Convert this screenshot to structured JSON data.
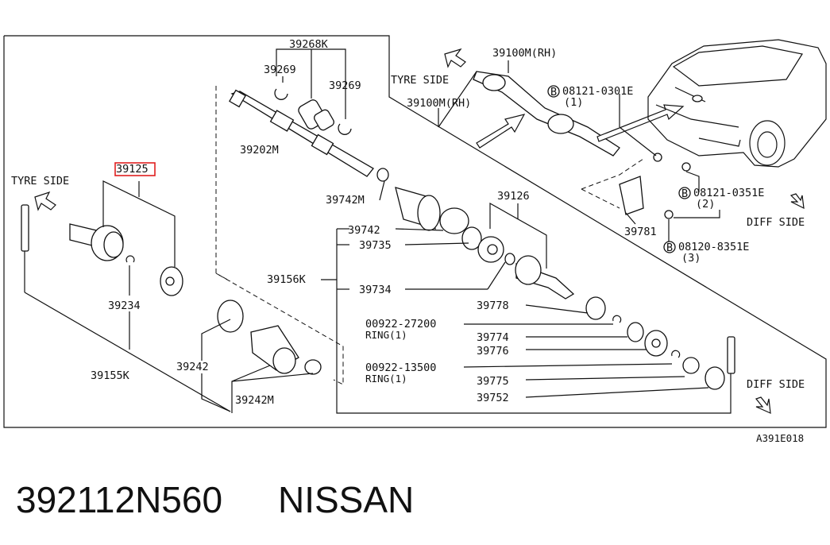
{
  "labels": {
    "tyre_side_left": "TYRE SIDE",
    "tyre_side_top": "TYRE SIDE",
    "diff_side_right": "DIFF SIDE",
    "diff_side_bottom": "DIFF SIDE",
    "p39268k": "39268K",
    "p39269a": "39269",
    "p39269b": "39269",
    "p39202m": "39202M",
    "p39125": "39125",
    "p39234": "39234",
    "p39155k": "39155K",
    "p39242": "39242",
    "p39242m": "39242M",
    "p39742m": "39742M",
    "p39742": "39742",
    "p39735": "39735",
    "p39156k": "39156K",
    "p39734": "39734",
    "p39126": "39126",
    "p39778": "39778",
    "ring1_part": "00922-27200",
    "ring1_note": "RING(1)",
    "p39774": "39774",
    "p39776": "39776",
    "ring2_part": "00922-13500",
    "ring2_note": "RING(1)",
    "p39775": "39775",
    "p39752": "39752",
    "p39100m_top": "39100M(RH)",
    "p39100m_mid": "39100M(RH)",
    "bolt1_part": "08121-0301E",
    "bolt1_qty": "(1)",
    "bolt2_part": "08121-0351E",
    "bolt2_qty": "(2)",
    "bolt3_part": "08120-8351E",
    "bolt3_qty": "(3)",
    "p39781": "39781",
    "bolt_badge": "B",
    "figure_code": "A391E018"
  },
  "footer": {
    "part_number": "392112N560",
    "brand": "NISSAN"
  },
  "colors": {
    "highlight": "#e02020",
    "line": "#111111"
  }
}
